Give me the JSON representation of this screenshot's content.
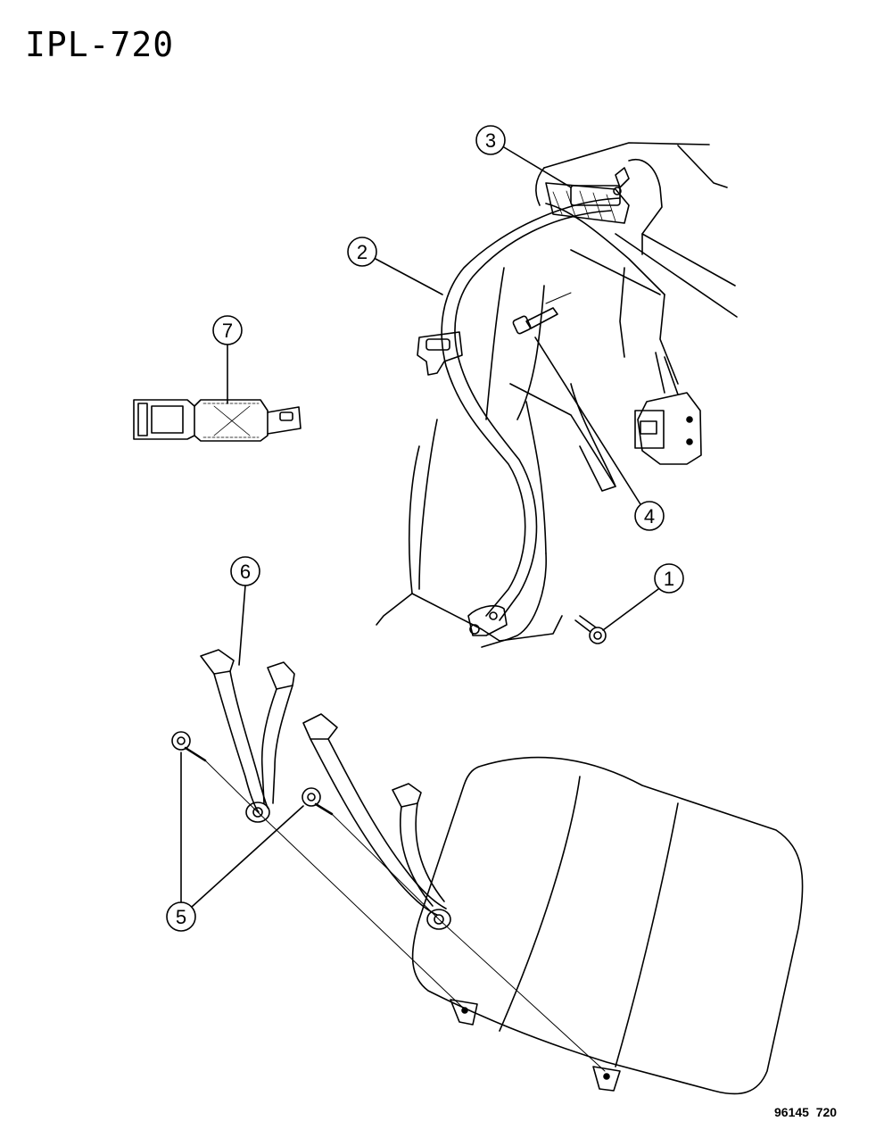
{
  "title": "IPL-720",
  "footer_code": "96145  720",
  "callouts": {
    "c1": "1",
    "c2": "2",
    "c3": "3",
    "c4": "4",
    "c5": "5",
    "c6": "6",
    "c7": "7"
  },
  "parts": [
    {
      "id": "1",
      "icon": "bolt-icon"
    },
    {
      "id": "2",
      "icon": "shoulder-belt-icon"
    },
    {
      "id": "3",
      "icon": "belt-guide-icon"
    },
    {
      "id": "4",
      "icon": "anchor-bolt-icon"
    },
    {
      "id": "5",
      "icon": "screw-icon"
    },
    {
      "id": "6",
      "icon": "buckle-strap-icon"
    },
    {
      "id": "7",
      "icon": "belt-extender-icon"
    }
  ]
}
